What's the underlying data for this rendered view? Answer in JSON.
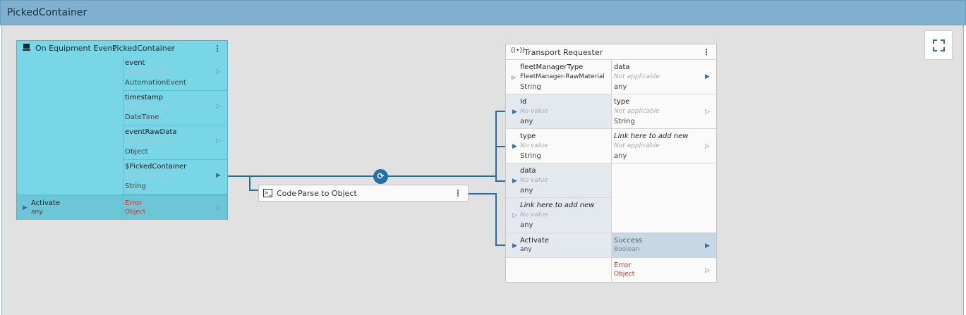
{
  "window": {
    "title": "PickedContainer"
  },
  "event_node": {
    "title": "On Equipment Event",
    "subtitle": "PickedContainer",
    "icon": "equipment-icon",
    "outputs": [
      {
        "name": "event",
        "value": "Not applicable",
        "type": "AutomationEvent"
      },
      {
        "name": "timestamp",
        "value": "Not applicable",
        "type": "DateTime"
      },
      {
        "name": "eventRawData",
        "value": "Not applicable",
        "type": "Object"
      },
      {
        "name": "$PickedContainer",
        "value": "Not applicable",
        "type": "String"
      }
    ],
    "activate": {
      "name": "Activate",
      "type": "any"
    },
    "error": {
      "name": "Error",
      "type": "Object"
    }
  },
  "code_node": {
    "label": "Code",
    "title": "Parse to Object",
    "icon": "terminal-icon"
  },
  "transport_node": {
    "title": "Transport Requester",
    "icon": "broadcast-icon",
    "inputs": [
      {
        "name": "fleetManagerType",
        "value": "FleetManager-RawMaterial",
        "type": "String"
      },
      {
        "name": "Id",
        "value": "No value",
        "type": "any"
      },
      {
        "name": "type",
        "value": "No value",
        "type": "String"
      },
      {
        "name": "data",
        "value": "No value",
        "type": "any"
      },
      {
        "name": "Link here to add new",
        "value": "No value",
        "type": "any"
      }
    ],
    "outputs": [
      {
        "name": "data",
        "value": "Not applicable",
        "type": "any"
      },
      {
        "name": "type",
        "value": "Not applicable",
        "type": "String"
      },
      {
        "name": "Link here to add new",
        "value": "Not applicable",
        "type": "any"
      }
    ],
    "activate": {
      "name": "Activate",
      "type": "any"
    },
    "success": {
      "name": "Success",
      "type": "Boolean"
    },
    "error": {
      "name": "Error",
      "type": "Object"
    }
  },
  "colors": {
    "header": "#7fb0cf",
    "event_node": "#79d6e7",
    "wire": "#1f6fa8",
    "error": "#c0392b"
  }
}
